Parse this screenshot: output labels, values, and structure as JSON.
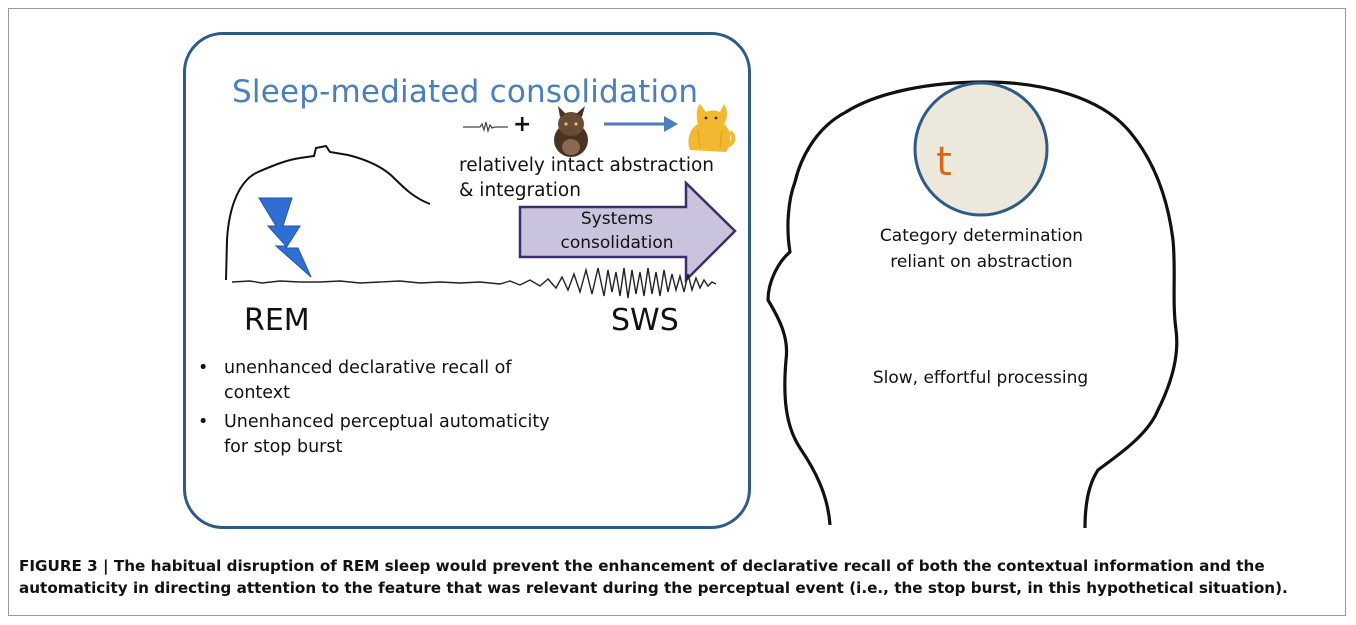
{
  "panel": {
    "title": "Sleep-mediated consolidation",
    "plus": "+",
    "intact_text": [
      "relatively intact abstraction",
      "& integration"
    ],
    "arrow_label": [
      "Systems",
      "consolidation"
    ],
    "rem_label": "REM",
    "sws_label": "SWS",
    "bullets": [
      [
        "unenhanced declarative recall of",
        "context"
      ],
      [
        "Unenhanced perceptual automaticity",
        "for stop burst"
      ]
    ]
  },
  "head": {
    "letter": "t",
    "category_text": [
      "Category determination",
      "reliant on abstraction"
    ],
    "slow_text": "Slow, effortful processing"
  },
  "caption": {
    "line1": "FIGURE 3 | The habitual disruption of REM sleep would prevent the enhancement of declarative recall of both the contextual information and the",
    "line2": "automaticity in directing attention to the feature that was relevant during the perceptual event (i.e., the stop burst, in this hypothetical situation)."
  },
  "colors": {
    "panel_border": "#2e5a86",
    "title": "#4a7fb9",
    "arrow_fill": "#c9c3dd",
    "arrow_border": "#3d2d6b",
    "bolt": "#2f6fd2",
    "circle_fill": "#ede8dc",
    "circle_border": "#2e5a86",
    "letter": "#d2691e"
  },
  "icons": [
    "speech-waveform-icon",
    "cat-photo-icon",
    "cartoon-cat-icon",
    "lightning-bolt-icon"
  ]
}
